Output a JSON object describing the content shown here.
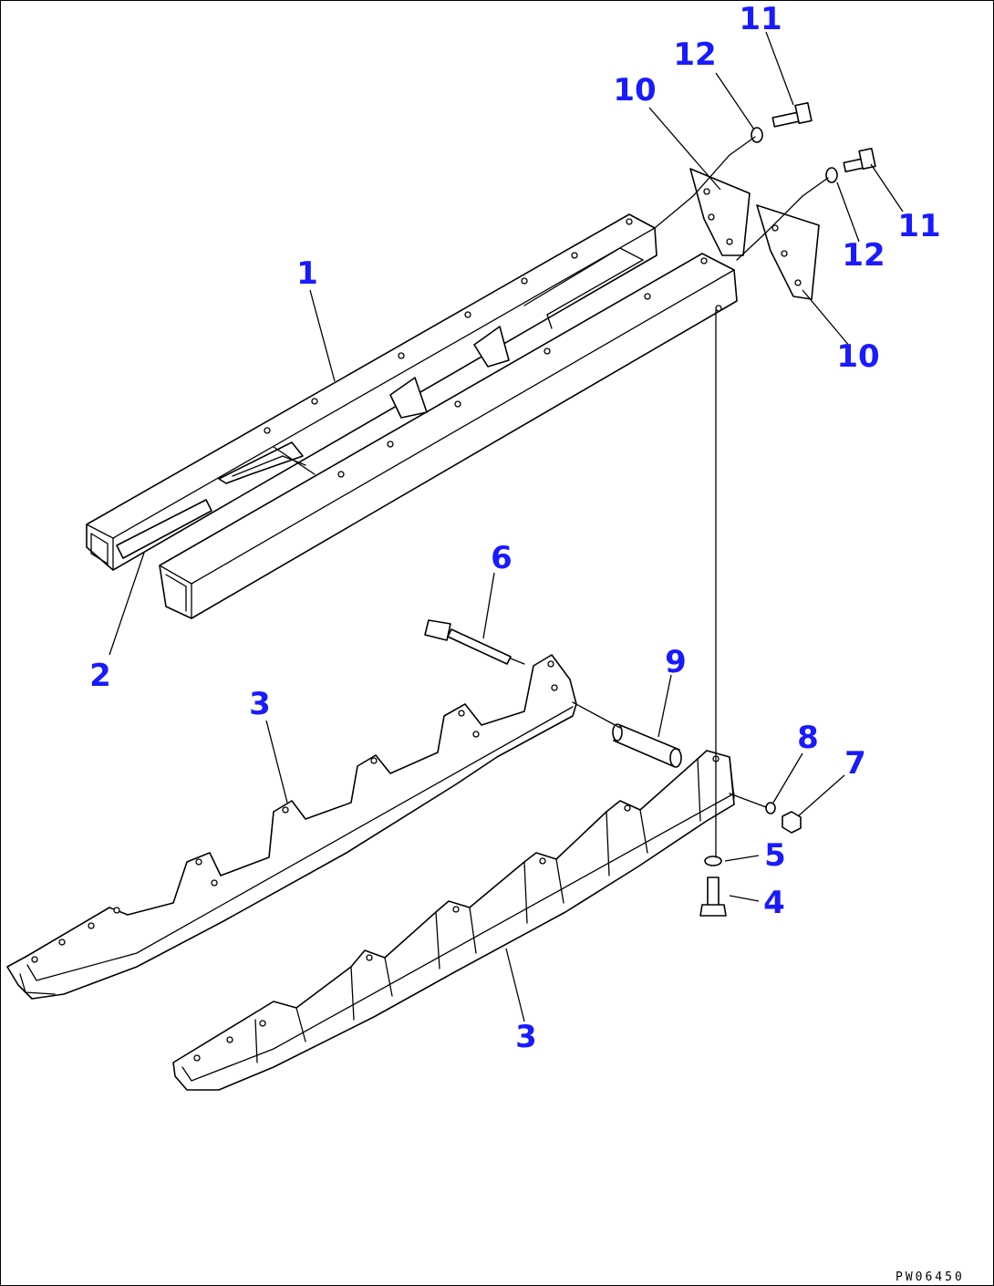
{
  "callouts": {
    "c1": "1",
    "c2": "2",
    "c3a": "3",
    "c3b": "3",
    "c4": "4",
    "c5": "5",
    "c6": "6",
    "c7": "7",
    "c8": "8",
    "c9": "9",
    "c10a": "10",
    "c10b": "10",
    "c11a": "11",
    "c11b": "11",
    "c12a": "12",
    "c12b": "12"
  },
  "drawing_code": "PW06450",
  "colors": {
    "callout": "#1a1aff",
    "line": "#000000",
    "background": "#ffffff"
  }
}
